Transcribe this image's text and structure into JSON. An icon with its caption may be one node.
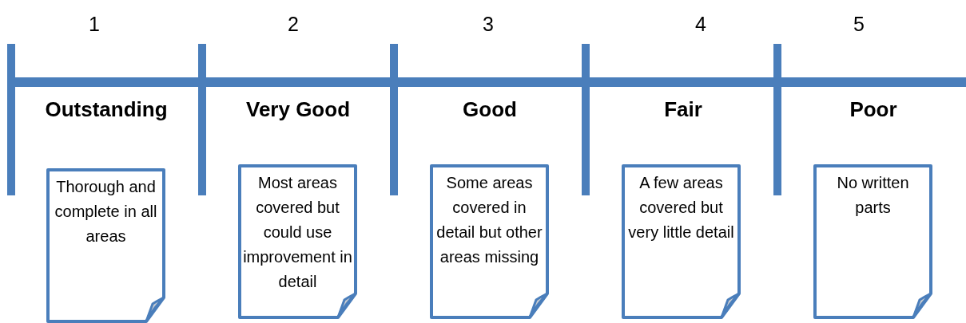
{
  "diagram": {
    "nodes": [
      {
        "text": [
          "Thorough and complete in all areas"
        ]
      },
      {
        "text": [
          "Most areas covered but could use improvement in detail"
        ]
      },
      {
        "text": [
          "Some areas covered in detail but other areas missing"
        ]
      },
      {
        "text": [
          "A few areas covered but very little detail"
        ]
      },
      {
        "text": [
          "No written parts"
        ]
      }
    ],
    "labels": [
      "1",
      "2",
      "3",
      "4",
      "5",
      "Outstanding",
      "Very Good",
      "Good",
      "Fair",
      "Poor"
    ]
  }
}
